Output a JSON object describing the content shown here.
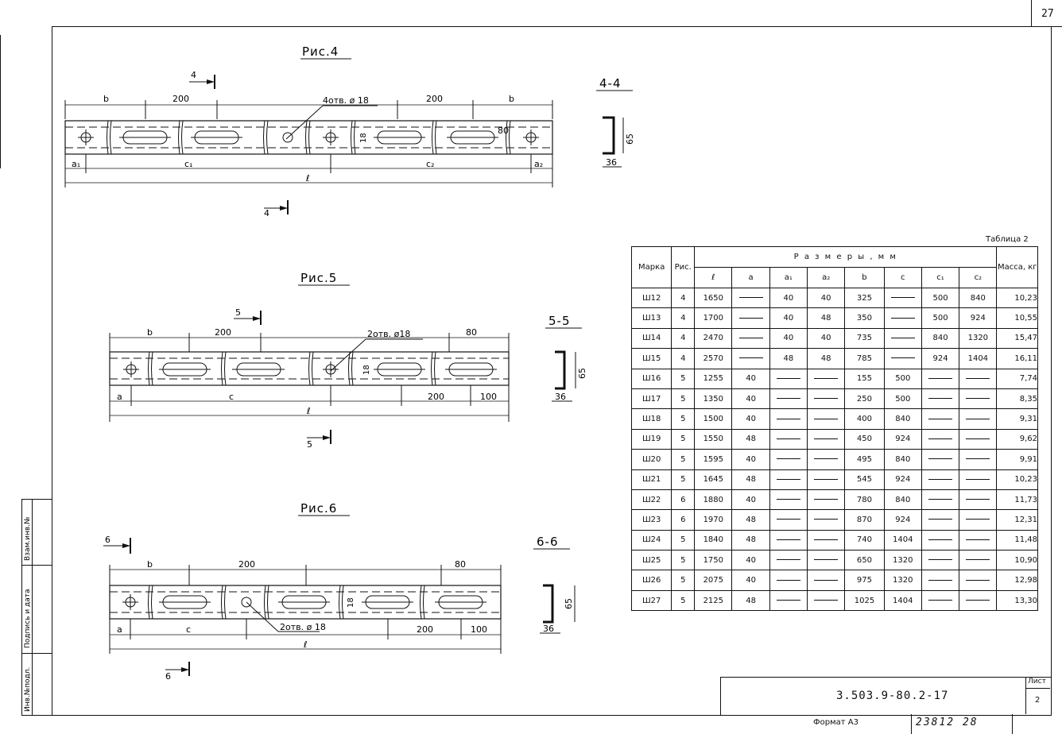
{
  "sheet": {
    "page_number_top": "27",
    "designation": "3.503.9-80.2-17",
    "sheet_label": "Лист",
    "sheet_number": "2",
    "format": "Формат А3",
    "inventory_handwritten": "23812 28",
    "side_labels": [
      "Взам.инв.№",
      "Подпись и дата",
      "Инв.№подл."
    ]
  },
  "figures": [
    {
      "title": "Рис.4",
      "section": "4-4",
      "cut_mark": "4",
      "holes_note": "4отв. ø 18",
      "dims": {
        "b": "b",
        "d200": "200",
        "a1": "a₁",
        "c1": "c₁",
        "c2": "c₂",
        "a2": "a₂",
        "l": "ℓ",
        "h18": "18",
        "d80": "80",
        "h65": "65",
        "w36": "36"
      }
    },
    {
      "title": "Рис.5",
      "section": "5-5",
      "cut_mark": "5",
      "holes_note": "2отв. ø18",
      "dims": {
        "b": "b",
        "d200": "200",
        "d80": "80",
        "a": "a",
        "c": "c",
        "d200b": "200",
        "d100": "100",
        "l": "ℓ",
        "h18": "18",
        "h65": "65",
        "w36": "36"
      }
    },
    {
      "title": "Рис.6",
      "section": "6-6",
      "cut_mark": "6",
      "holes_note": "2отв. ø 18",
      "dims": {
        "b": "b",
        "d200": "200",
        "d80": "80",
        "a": "a",
        "c": "c",
        "d200b": "200",
        "d100": "100",
        "l": "ℓ",
        "h18": "18",
        "h65": "65",
        "w36": "36"
      }
    }
  ],
  "table": {
    "caption": "Таблица 2",
    "headers": {
      "mark": "Марка",
      "fig": "Рис.",
      "dims_group": "Р а з м е р ы ,   м м",
      "mass": "Масса, кг",
      "cols": [
        "ℓ",
        "a",
        "a₁",
        "a₂",
        "b",
        "c",
        "c₁",
        "c₂"
      ]
    },
    "rows": [
      [
        "Ш12",
        "4",
        "1650",
        "—",
        "40",
        "40",
        "325",
        "—",
        "500",
        "840",
        "10,23"
      ],
      [
        "Ш13",
        "4",
        "1700",
        "—",
        "40",
        "48",
        "350",
        "—",
        "500",
        "924",
        "10,55"
      ],
      [
        "Ш14",
        "4",
        "2470",
        "—",
        "40",
        "40",
        "735",
        "—",
        "840",
        "1320",
        "15,47"
      ],
      [
        "Ш15",
        "4",
        "2570",
        "—",
        "48",
        "48",
        "785",
        "—",
        "924",
        "1404",
        "16,11"
      ],
      [
        "Ш16",
        "5",
        "1255",
        "40",
        "—",
        "—",
        "155",
        "500",
        "—",
        "—",
        "7,74"
      ],
      [
        "Ш17",
        "5",
        "1350",
        "40",
        "—",
        "—",
        "250",
        "500",
        "—",
        "—",
        "8,35"
      ],
      [
        "Ш18",
        "5",
        "1500",
        "40",
        "—",
        "—",
        "400",
        "840",
        "—",
        "—",
        "9,31"
      ],
      [
        "Ш19",
        "5",
        "1550",
        "48",
        "—",
        "—",
        "450",
        "924",
        "—",
        "—",
        "9,62"
      ],
      [
        "Ш20",
        "5",
        "1595",
        "40",
        "—",
        "—",
        "495",
        "840",
        "—",
        "—",
        "9,91"
      ],
      [
        "Ш21",
        "5",
        "1645",
        "48",
        "—",
        "—",
        "545",
        "924",
        "—",
        "—",
        "10,23"
      ],
      [
        "Ш22",
        "6",
        "1880",
        "40",
        "—",
        "—",
        "780",
        "840",
        "—",
        "—",
        "11,73"
      ],
      [
        "Ш23",
        "6",
        "1970",
        "48",
        "—",
        "—",
        "870",
        "924",
        "—",
        "—",
        "12,31"
      ],
      [
        "Ш24",
        "5",
        "1840",
        "48",
        "—",
        "—",
        "740",
        "1404",
        "—",
        "—",
        "11,48"
      ],
      [
        "Ш25",
        "5",
        "1750",
        "40",
        "—",
        "—",
        "650",
        "1320",
        "—",
        "—",
        "10,90"
      ],
      [
        "Ш26",
        "5",
        "2075",
        "40",
        "—",
        "—",
        "975",
        "1320",
        "—",
        "—",
        "12,98"
      ],
      [
        "Ш27",
        "5",
        "2125",
        "48",
        "—",
        "—",
        "1025",
        "1404",
        "—",
        "—",
        "13,30"
      ]
    ]
  }
}
